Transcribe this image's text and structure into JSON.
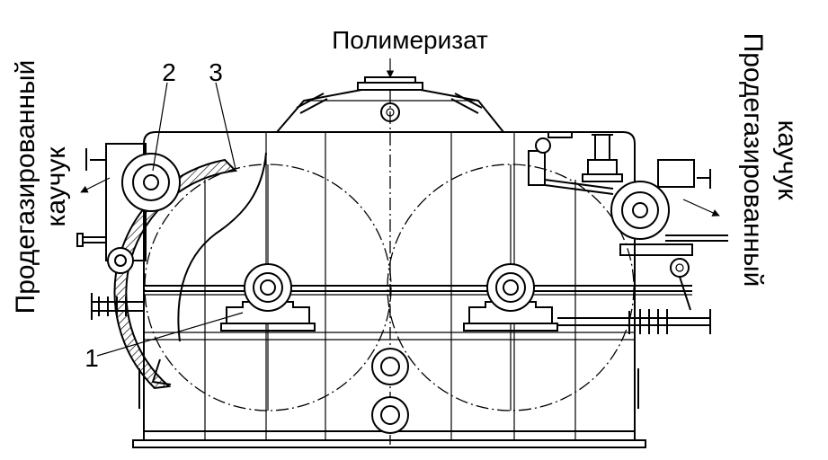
{
  "labels": {
    "top": "Полимеризат",
    "left_line1": "Продегазированный",
    "left_line2": "каучук",
    "right_line1": "Продегазированный",
    "right_line2": "каучук",
    "num1": "1",
    "num2": "2",
    "num3": "3"
  }
}
